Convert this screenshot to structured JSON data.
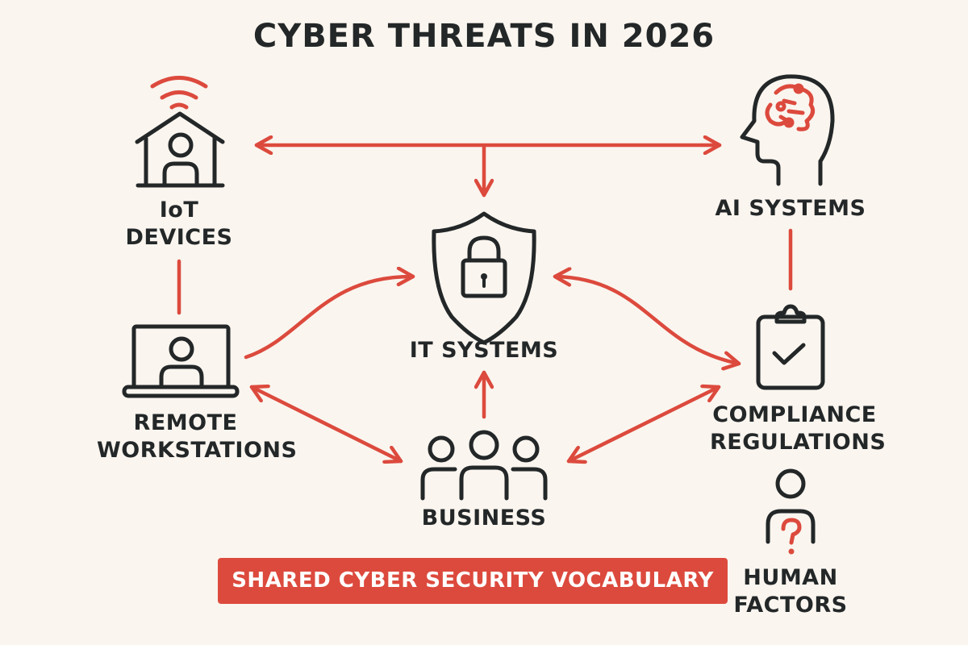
{
  "title": "CYBER THREATS IN 2026",
  "colors": {
    "background": "#faf5ef",
    "ink": "#232728",
    "accent": "#dc4a3d",
    "banner_text": "#ffffff"
  },
  "nodes": {
    "iot": {
      "line1": "IoT",
      "line2": "DEVICES",
      "icon": "smart-home-wifi-icon"
    },
    "ai": {
      "label": "AI SYSTEMS",
      "icon": "head-brain-icon"
    },
    "it": {
      "label": "IT SYSTEMS",
      "icon": "shield-lock-icon"
    },
    "remote": {
      "line1": "REMOTE",
      "line2": "WORKSTATIONS",
      "icon": "laptop-user-icon"
    },
    "compliance": {
      "line1": "COMPLIANCE",
      "line2": "REGULATIONS",
      "icon": "clipboard-check-icon"
    },
    "business": {
      "label": "BUSINESS",
      "icon": "group-users-icon"
    },
    "human": {
      "line1": "HUMAN",
      "line2": "FACTORS",
      "icon": "person-question-icon"
    }
  },
  "connections": [
    {
      "from": "IoT DEVICES",
      "to": "AI SYSTEMS",
      "type": "bidirectional"
    },
    {
      "from": "top connector",
      "to": "IT SYSTEMS",
      "type": "arrow"
    },
    {
      "from": "IoT DEVICES",
      "to": "REMOTE WORKSTATIONS",
      "type": "line"
    },
    {
      "from": "AI SYSTEMS",
      "to": "COMPLIANCE REGULATIONS",
      "type": "line"
    },
    {
      "from": "REMOTE WORKSTATIONS",
      "to": "IT SYSTEMS",
      "type": "arrow"
    },
    {
      "from": "IT SYSTEMS",
      "to": "COMPLIANCE REGULATIONS",
      "type": "bidirectional"
    },
    {
      "from": "REMOTE WORKSTATIONS",
      "to": "BUSINESS",
      "type": "bidirectional"
    },
    {
      "from": "BUSINESS",
      "to": "IT SYSTEMS",
      "type": "arrow"
    },
    {
      "from": "BUSINESS",
      "to": "COMPLIANCE REGULATIONS",
      "type": "bidirectional"
    }
  ],
  "banner": {
    "label": "SHARED CYBER SECURITY VOCABULARY"
  }
}
